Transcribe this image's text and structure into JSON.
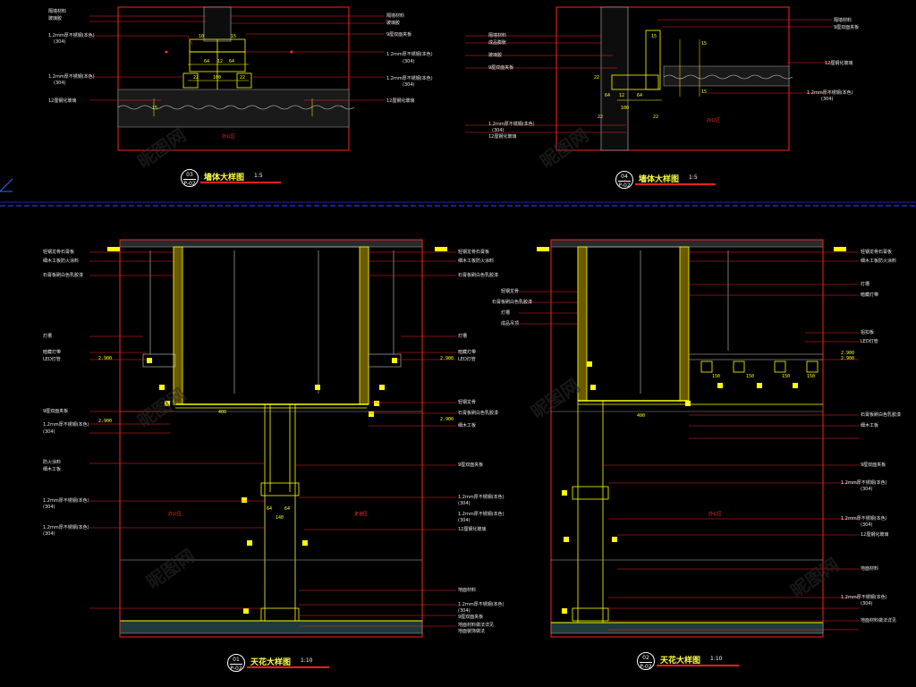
{
  "drawings": [
    {
      "id": "d03",
      "num": "03",
      "sheet": "P-02",
      "title": "墙体大样图",
      "scale": "1:5"
    },
    {
      "id": "d04",
      "num": "04",
      "sheet": "P-02",
      "title": "墙体大样图",
      "scale": "1:5"
    },
    {
      "id": "d01",
      "num": "01",
      "sheet": "P-02",
      "title": "天花大样图",
      "scale": "1:10"
    },
    {
      "id": "d02",
      "num": "02",
      "sheet": "P-02",
      "title": "天花大样图",
      "scale": "1:10"
    }
  ],
  "colors": {
    "background": "#000000",
    "frame": "#ff2020",
    "wall": "#ffff00",
    "frame_blue": "#4040ff",
    "text": "#e9e9e9"
  },
  "d03": {
    "left_labels": [
      "隔墙材料",
      "玻璃胶",
      "1.2mm厚不锈钢(本色)",
      "(304)",
      "1.2mm厚不锈钢(本色)",
      "(304)",
      "12厘钢化玻璃"
    ],
    "right_labels": [
      "隔墙材料",
      "玻璃胶",
      "9厘双面夹板",
      "1.2mm厚不锈钢(本色)",
      "(304)",
      "1.2mm厚不锈钢(本色)",
      "(304)",
      "12厘钢化玻璃"
    ],
    "room": "办公区",
    "dims": [
      "10",
      "15",
      "64",
      "12",
      "64",
      "22",
      "100",
      "22",
      "15"
    ]
  },
  "d04": {
    "left_labels": [
      "隔墙材料",
      "成品膨胀",
      "玻璃胶",
      "9厘双面夹板",
      "1.2mm厚不锈钢(本色)",
      "(304)",
      "12厘钢化玻璃"
    ],
    "right_labels": [
      "隔墙材料",
      "9厘双面夹板",
      "12厘钢化玻璃",
      "1.2mm厚不锈钢(本色)",
      "(304)"
    ],
    "room": "办公区",
    "dims": [
      "15",
      "22",
      "64",
      "12",
      "64",
      "22",
      "100",
      "22",
      "15",
      "15"
    ]
  },
  "d01": {
    "left_labels": [
      "轻钢龙骨石膏板",
      "细木工板防火涂料",
      "石膏板刷白色乳胶漆",
      "灯槽",
      "暗藏灯带",
      "LED灯管",
      "1.2mm厚不锈钢(本色)",
      "(304)",
      "9厘双面夹板",
      "防火涂料",
      "细木工板",
      "1.2mm厚不锈钢(本色)",
      "(304)",
      "1.2mm厚不锈钢(本色)",
      "(304)"
    ],
    "right_labels": [
      "轻钢龙骨石膏板",
      "细木工板防火涂料",
      "石膏板刷白色乳胶漆",
      "灯槽",
      "暗藏灯带",
      "LED灯管",
      "轻钢龙骨",
      "石膏板刷白色乳胶漆",
      "细木工板",
      "9厘双面夹板",
      "1.2mm厚不锈钢(本色)",
      "(304)",
      "1.2mm厚不锈钢(本色)",
      "(304)",
      "12厘钢化玻璃",
      "地面材料",
      "1.2mm厚不锈钢(本色)",
      "(304)",
      "9厘双面夹板",
      "地面材料做法详见",
      "地面装饰做法"
    ],
    "room_left": "办公区",
    "room_right": "走道区",
    "dims": [
      "400",
      "2.900",
      "2.900",
      "2.900",
      "2.900",
      "64",
      "140",
      "64"
    ]
  },
  "d02": {
    "left_labels": [
      "轻钢龙骨",
      "石膏板刷白色乳胶漆",
      "灯槽",
      "成品吊顶"
    ],
    "right_labels": [
      "轻钢龙骨石膏板",
      "细木工板防火涂料",
      "灯槽",
      "暗藏灯带",
      "铝扣板",
      "LED灯管",
      "2.900",
      "石膏板刷白色乳胶漆",
      "细木工板",
      "9厘双面夹板",
      "1.2mm厚不锈钢(本色)",
      "(304)",
      "1.2mm厚不锈钢(本色)",
      "(304)",
      "12厘钢化玻璃",
      "地面材料",
      "1.2mm厚不锈钢(本色)",
      "(304)",
      "地面材料做法详见"
    ],
    "room": "办公区",
    "dims": [
      "400",
      "2.900",
      "150",
      "150",
      "150",
      "150"
    ]
  },
  "watermark": "昵图网"
}
